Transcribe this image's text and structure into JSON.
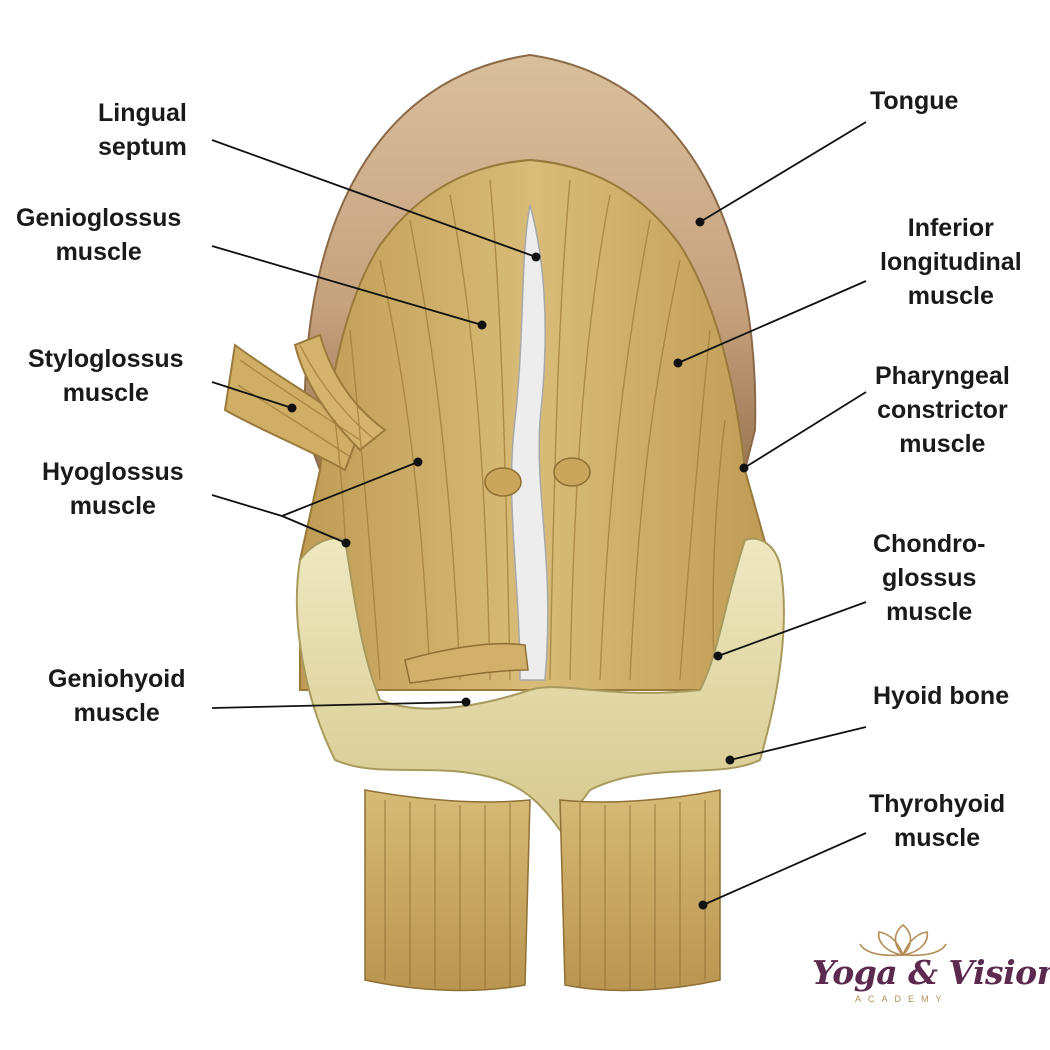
{
  "labels": {
    "lingual_septum": [
      "Lingual",
      "septum"
    ],
    "genioglossus": [
      "Genioglossus",
      "muscle"
    ],
    "styloglossus": [
      "Styloglossus",
      "muscle"
    ],
    "hyoglossus": [
      "Hyoglossus",
      "muscle"
    ],
    "geniohyoid": [
      "Geniohyoid",
      "muscle"
    ],
    "tongue": [
      "Tongue"
    ],
    "inferior_longitudinal": [
      "Inferior",
      "longitudinal",
      "muscle"
    ],
    "pharyngeal_constrictor": [
      "Pharyngeal",
      "constrictor",
      "muscle"
    ],
    "chondroglossus": [
      "Chondro-",
      "glossus",
      "muscle"
    ],
    "hyoid_bone": [
      "Hyoid bone"
    ],
    "thyrohyoid": [
      "Thyrohyoid",
      "muscle"
    ]
  },
  "logo": {
    "wordmark": "Yoga & Vision",
    "sub": "ACADEMY"
  },
  "colors": {
    "tongue_surface": "#c9a886",
    "muscle_fiber": "#d2b46c",
    "septum": "#ececec",
    "bone": "#e6dcaa",
    "leader_line": "#111111",
    "logo_primary": "#5b2a4e",
    "logo_accent": "#b38c55"
  }
}
